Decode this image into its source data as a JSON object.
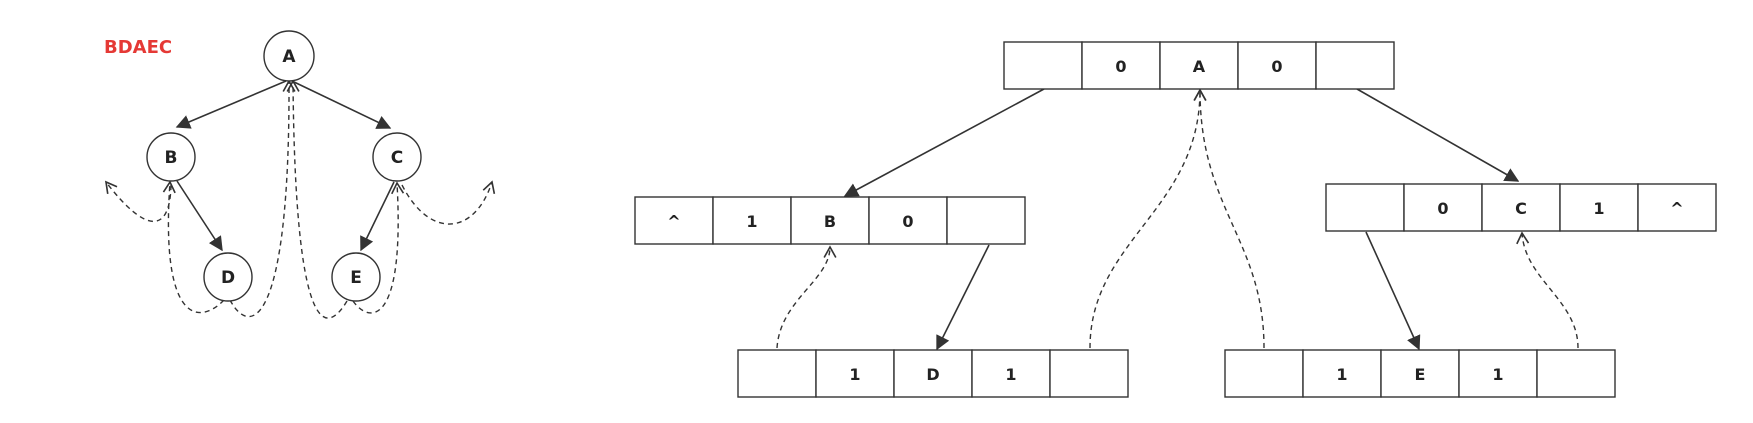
{
  "traversal_label": "BDAEC",
  "colors": {
    "traversal_label": "#e53935",
    "stroke": "#333333"
  },
  "tree": {
    "nodes": [
      {
        "id": "A",
        "label": "A"
      },
      {
        "id": "B",
        "label": "B"
      },
      {
        "id": "C",
        "label": "C"
      },
      {
        "id": "D",
        "label": "D"
      },
      {
        "id": "E",
        "label": "E"
      }
    ],
    "edges": [
      [
        "A",
        "B"
      ],
      [
        "A",
        "C"
      ],
      [
        "B",
        "D"
      ],
      [
        "C",
        "E"
      ]
    ]
  },
  "threaded_nodes": [
    {
      "id": "A",
      "cells": [
        "",
        "0",
        "A",
        "0",
        ""
      ]
    },
    {
      "id": "B",
      "cells": [
        "^",
        "1",
        "B",
        "0",
        ""
      ]
    },
    {
      "id": "C",
      "cells": [
        "",
        "0",
        "C",
        "1",
        "^"
      ]
    },
    {
      "id": "D",
      "cells": [
        "",
        "1",
        "D",
        "1",
        ""
      ]
    },
    {
      "id": "E",
      "cells": [
        "",
        "1",
        "E",
        "1",
        ""
      ]
    }
  ]
}
